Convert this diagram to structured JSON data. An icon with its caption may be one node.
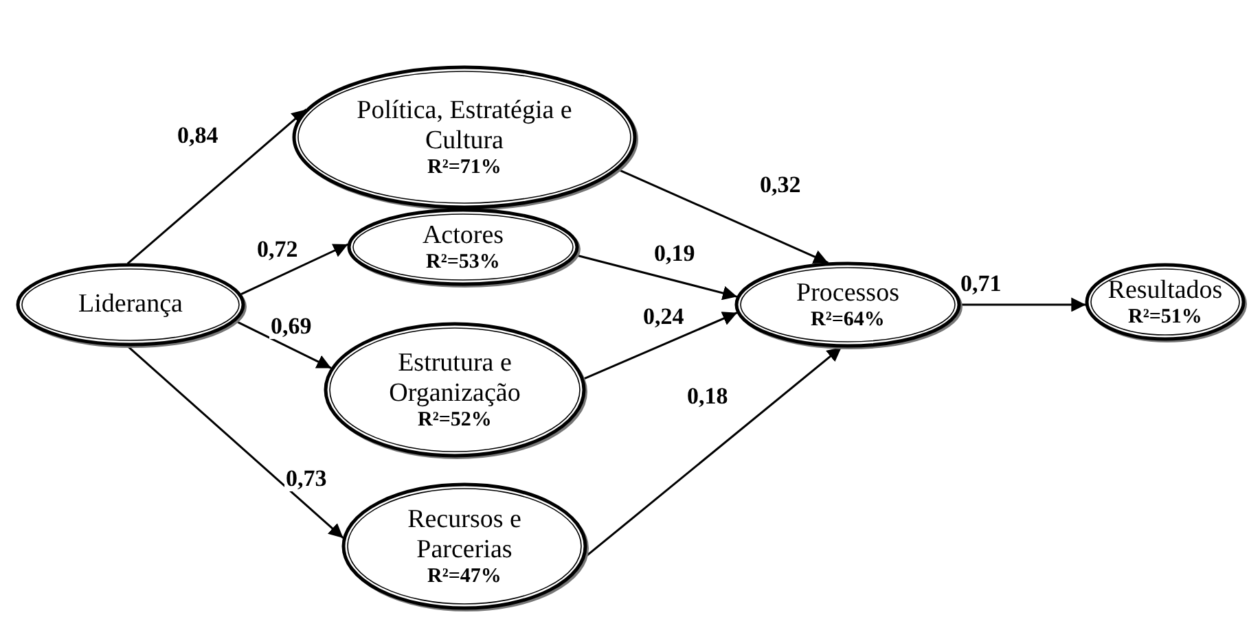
{
  "diagram": {
    "nodes": [
      {
        "text": [
          "Liderança"
        ]
      },
      {
        "text": [
          "Política, Estratégia e Cultura",
          "R²=71%"
        ]
      },
      {
        "text": [
          "Actores",
          "R²=53%"
        ]
      },
      {
        "text": [
          "Estrutura e Organização",
          "R²=52%"
        ]
      },
      {
        "text": [
          "Recursos e Parcerias",
          "R²=47%"
        ]
      },
      {
        "text": [
          "Processos",
          "R²=64%"
        ]
      },
      {
        "text": [
          "Resultados",
          "R²=51%"
        ]
      }
    ],
    "edges": [
      {
        "from": 0,
        "to": 1,
        "arrow": "to",
        "label": "0,84"
      },
      {
        "from": 0,
        "to": 2,
        "arrow": "to",
        "label": "0,72"
      },
      {
        "from": 0,
        "to": 3,
        "arrow": "to",
        "label": "0,69"
      },
      {
        "from": 0,
        "to": 4,
        "arrow": "to",
        "label": "0,73"
      },
      {
        "from": 1,
        "to": 5,
        "arrow": "to",
        "label": "0,32"
      },
      {
        "from": 2,
        "to": 5,
        "arrow": "to",
        "label": "0,19"
      },
      {
        "from": 3,
        "to": 5,
        "arrow": "to",
        "label": "0,24"
      },
      {
        "from": 4,
        "to": 5,
        "arrow": "to",
        "label": "0,18"
      },
      {
        "from": 5,
        "to": 6,
        "arrow": "to",
        "label": "0,71"
      }
    ]
  }
}
